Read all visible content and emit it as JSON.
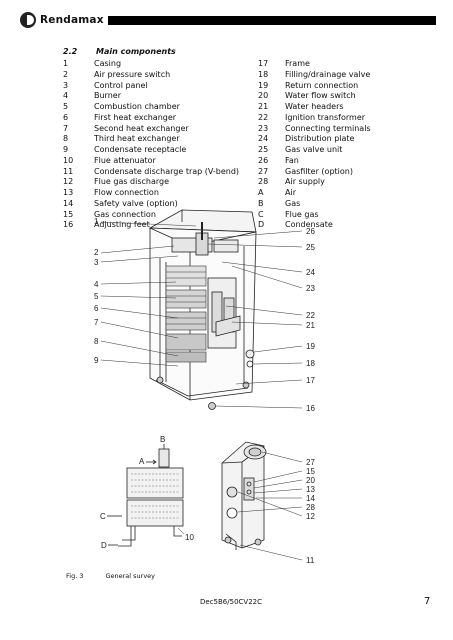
{
  "header": {
    "brand": "Rendamax"
  },
  "section": {
    "number": "2.2",
    "title": "Main components"
  },
  "components_left": [
    {
      "key": "1",
      "label": "Casing"
    },
    {
      "key": "2",
      "label": "Air pressure switch"
    },
    {
      "key": "3",
      "label": "Control panel"
    },
    {
      "key": "4",
      "label": "Burner"
    },
    {
      "key": "5",
      "label": "Combustion chamber"
    },
    {
      "key": "6",
      "label": "First heat exchanger"
    },
    {
      "key": "7",
      "label": "Second heat exchanger"
    },
    {
      "key": "8",
      "label": "Third heat exchanger"
    },
    {
      "key": "9",
      "label": "Condensate receptacle"
    },
    {
      "key": "10",
      "label": "Flue attenuator"
    },
    {
      "key": "11",
      "label": "Condensate discharge trap (V-bend)"
    },
    {
      "key": "12",
      "label": "Flue gas discharge"
    },
    {
      "key": "13",
      "label": "Flow connection"
    },
    {
      "key": "14",
      "label": "Safety valve (option)"
    },
    {
      "key": "15",
      "label": "Gas connection"
    },
    {
      "key": "16",
      "label": "Adjusting feet"
    }
  ],
  "components_right": [
    {
      "key": "17",
      "label": "Frame"
    },
    {
      "key": "18",
      "label": "Filling/drainage valve"
    },
    {
      "key": "19",
      "label": "Return connection"
    },
    {
      "key": "20",
      "label": "Water flow switch"
    },
    {
      "key": "21",
      "label": "Water headers"
    },
    {
      "key": "22",
      "label": "Ignition transformer"
    },
    {
      "key": "23",
      "label": "Connecting terminals"
    },
    {
      "key": "24",
      "label": "Distribution plate"
    },
    {
      "key": "25",
      "label": "Gas valve unit"
    },
    {
      "key": "26",
      "label": "Fan"
    },
    {
      "key": "27",
      "label": "Gasfilter (option)"
    },
    {
      "key": "28",
      "label": "Air supply"
    },
    {
      "key": "A",
      "label": "Air"
    },
    {
      "key": "B",
      "label": "Gas"
    },
    {
      "key": "C",
      "label": "Flue gas"
    },
    {
      "key": "D",
      "label": "Condensate"
    }
  ],
  "callouts_main_left": [
    "1",
    "2",
    "3",
    "4",
    "5",
    "6",
    "7",
    "8",
    "9"
  ],
  "callouts_main_right": [
    "26",
    "25",
    "24",
    "23",
    "22",
    "21",
    "19",
    "18",
    "17",
    "16"
  ],
  "callouts_flow": [
    "A",
    "B",
    "C",
    "D",
    "10"
  ],
  "callouts_rear": [
    "27",
    "15",
    "20",
    "13",
    "14",
    "28",
    "12",
    "11"
  ],
  "footer": {
    "fig_label": "Fig. 3",
    "fig_title": "General survey",
    "doc_code": "Dec5B6/50CV22C",
    "page": "7"
  }
}
